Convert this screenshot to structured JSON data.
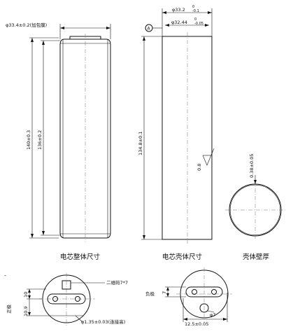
{
  "views": {
    "cell": {
      "dim_top": "φ33.4±0.2(加包膜)",
      "dim_overall_length": "140±0.3",
      "dim_body_length": "136±0.2",
      "caption": "电芯整体尺寸"
    },
    "shell": {
      "dim_diameter_main": "φ33.2",
      "dim_diameter_tol_upper": "0",
      "dim_diameter_tol_lower": "-0.1",
      "datum": "A",
      "dim_inner_main": "φ32.44",
      "dim_inner_tol_upper": "0",
      "dim_inner_tol_lower": "-0.05",
      "dim_length": "134.8±0.1",
      "roughness": "0.8",
      "caption": "电芯壳体尺寸"
    },
    "wall": {
      "dim_thickness": "0.38±0.05",
      "caption": "壳体壁厚"
    },
    "positive": {
      "side_label": "正极",
      "note_slot": "二维码7*7",
      "dim_h1": "10",
      "dim_h2": "10.9",
      "dim_flat": "φ1.35±0.03(连接高)"
    },
    "negative": {
      "side_label": "负极",
      "dim_h": "7",
      "dim_hole": "φ7",
      "dim_span": "12.5±0.05"
    },
    "minus_mark": "-"
  }
}
